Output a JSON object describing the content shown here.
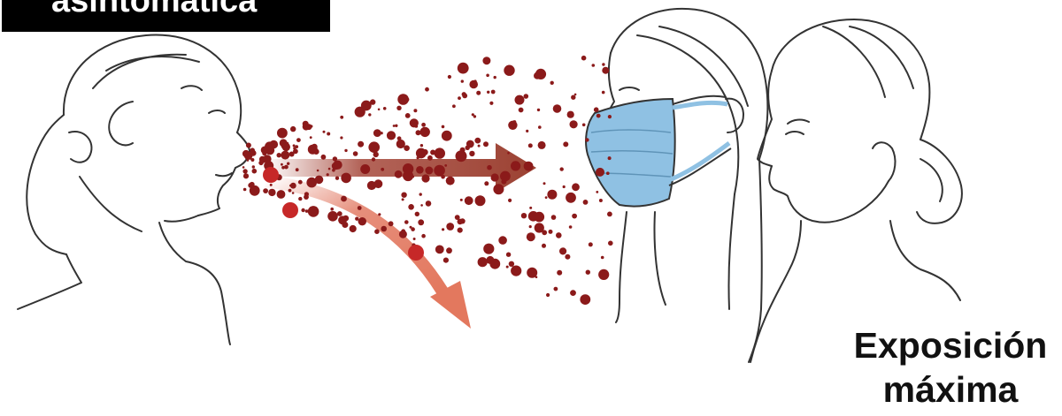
{
  "header_label": {
    "text": "asintomática"
  },
  "caption": {
    "line1": "Exposición",
    "line2": "máxima"
  },
  "colors": {
    "label_bg": "#000000",
    "label_text": "#ffffff",
    "droplet": "#8b1a1a",
    "droplet_large": "#c62828",
    "arrow_straight": "#a6493c",
    "arrow_curved": "#e0725a",
    "mask": "#8fc1e3",
    "line_art": "#333333"
  },
  "icons": [
    "child-speaker-figure",
    "masked-woman-figure",
    "unmasked-woman-figure",
    "respiratory-droplet-cloud",
    "straight-trajectory-arrow",
    "falling-trajectory-arrow"
  ]
}
